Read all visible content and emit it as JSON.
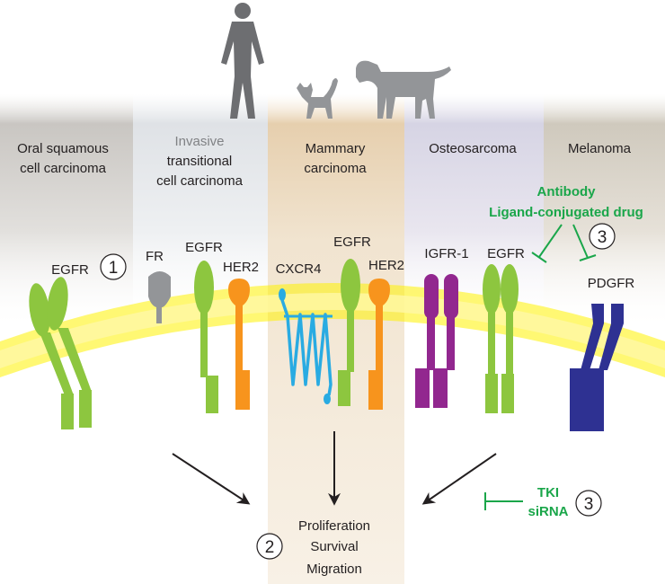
{
  "columns": {
    "oral": [
      "Oral squamous",
      "cell carcinoma"
    ],
    "invasive": [
      "Invasive",
      "transitional",
      "cell carcinoma"
    ],
    "mammary": [
      "Mammary",
      "carcinoma"
    ],
    "osteo": [
      "Osteosarcoma"
    ],
    "melanoma": [
      "Melanoma"
    ]
  },
  "receptors": {
    "egfr": "EGFR",
    "fr": "FR",
    "her2": "HER2",
    "cxcr4": "CXCR4",
    "igfr1": "IGFR-1",
    "pdgfr": "PDGFR"
  },
  "markers": {
    "one": "1",
    "two": "2",
    "three": "3"
  },
  "therapies": {
    "antibody": "Antibody",
    "ligand_drug": "Ligand-conjugated drug",
    "tki": "TKI",
    "sirna": "siRNA"
  },
  "outcomes": [
    "Proliferation",
    "Survival",
    "Migration"
  ],
  "colors": {
    "egfr": "#8dc63f",
    "her2": "#f7941d",
    "fr": "#939598",
    "cxcr4": "#29abe2",
    "igfr1": "#92278f",
    "pdgfr": "#2e3192",
    "therapy": "#1aa64a",
    "membrane": "#fff200"
  },
  "icons": [
    "human-silhouette-icon",
    "cat-silhouette-icon",
    "dog-silhouette-icon"
  ]
}
